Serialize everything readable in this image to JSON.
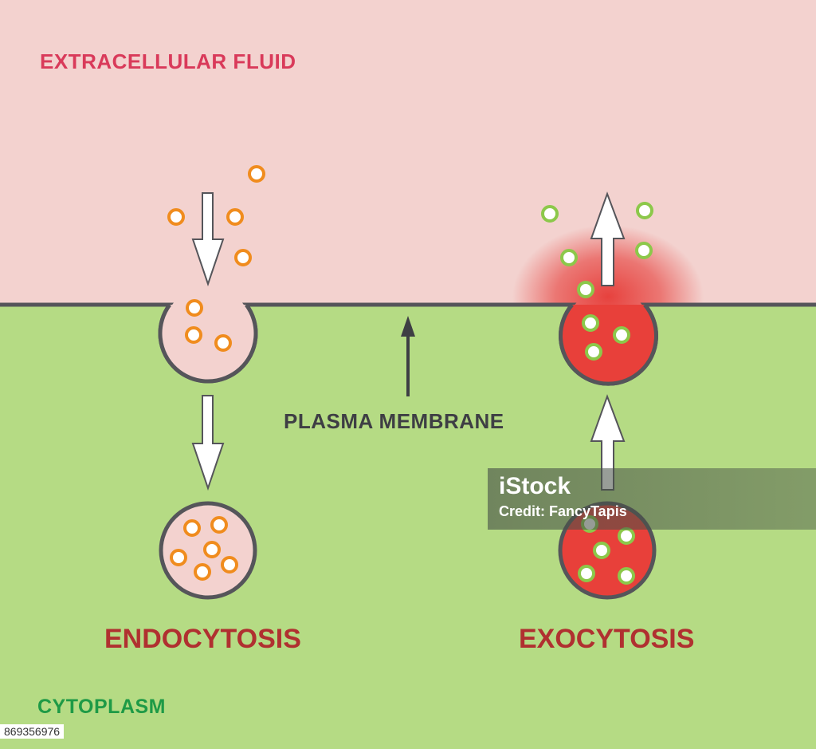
{
  "labels": {
    "extracellular": "EXTRACELLULAR FLUID",
    "cytoplasm": "CYTOPLASM",
    "membrane": "PLASMA MEMBRANE",
    "endocytosis": "ENDOCYTOSIS",
    "exocytosis": "EXOCYTOSIS"
  },
  "watermark": {
    "brand": "iStock",
    "credit": "Credit: FancyTapis"
  },
  "stock_id": "869356976",
  "colors": {
    "extracellular_bg": "#f3d2cf",
    "cytoplasm_bg": "#b5db84",
    "membrane_line": "#55555a",
    "endo_vesicle_fill": "#f3d2cf",
    "exo_vesicle_fill": "#e8403a",
    "exo_glow": "#e63a36",
    "orange_particle": "#f08c1e",
    "green_particle": "#8cc84a",
    "extracellular_label": "#d93a5a",
    "cytoplasm_label": "#1e9a46",
    "membrane_label": "#3e3e44",
    "process_label": "#b03030",
    "arrow_fill": "#ffffff",
    "arrow_stroke": "#55555a"
  },
  "icons": {
    "endocytosis_arrows": "down-arrow-icon",
    "exocytosis_arrows": "up-arrow-icon",
    "membrane_pointer": "up-pointer-icon"
  }
}
